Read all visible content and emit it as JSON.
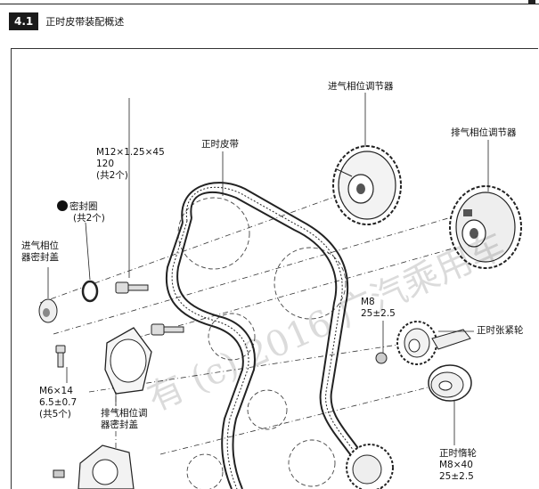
{
  "header": {
    "section_number": "4.1",
    "section_title": "正时皮带装配概述"
  },
  "labels": {
    "intake_vvt": "进气相位调节器",
    "exhaust_vvt": "排气相位调节器",
    "timing_belt": "正时皮带",
    "bolt_m12_l1": "M12×1.25×45",
    "bolt_m12_l2": "120",
    "bolt_m12_l3": "(共2个)",
    "seal_l1": "密封圈",
    "seal_l2": "(共2个)",
    "intake_cover_l1": "进气相位",
    "intake_cover_l2": "器密封盖",
    "m8_l1": "M8",
    "m8_l2": "25±2.5",
    "tensioner": "正时张紧轮",
    "m6_l1": "M6×14",
    "m6_l2": "6.5±0.7",
    "m6_l3": "(共5个)",
    "exhaust_cover_l1": "排气相位调",
    "exhaust_cover_l2": "器密封盖",
    "idler_l1": "正时惰轮",
    "idler_l2": "M8×40",
    "idler_l3": "25±2.5"
  },
  "watermark": "有 (c) 2016 广汽乘用车"
}
